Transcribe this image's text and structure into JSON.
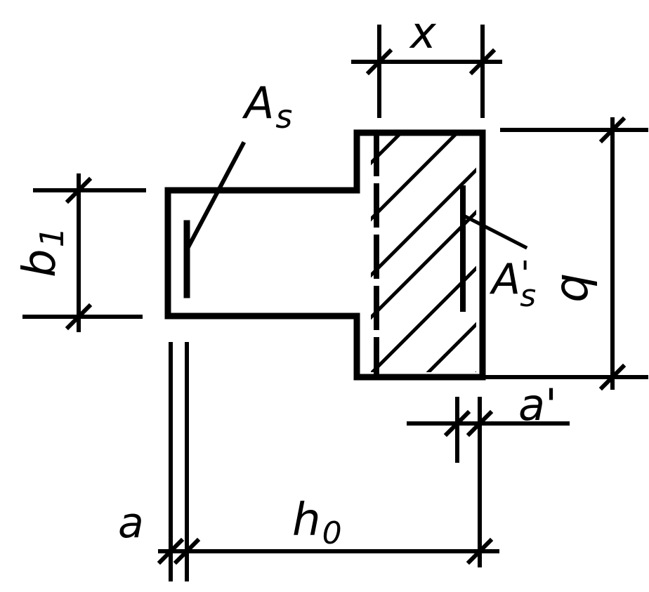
{
  "labels": {
    "x": "x",
    "As": "A",
    "As_sub": "s",
    "As_prime": "A",
    "As_prime_mark": "'",
    "As_prime_sub": "s",
    "b1": "b",
    "b1_sub": "1",
    "b": "b",
    "a_prime": "a'",
    "a": "a",
    "h0": "h",
    "h0_sub": "0"
  }
}
